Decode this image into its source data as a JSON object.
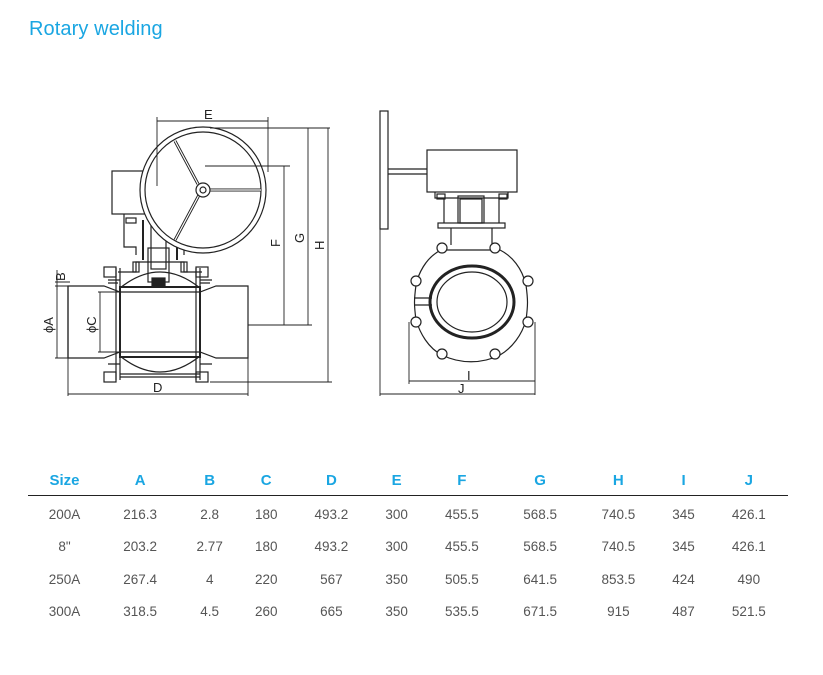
{
  "page": {
    "title": "Rotary welding"
  },
  "drawing": {
    "dimension_labels": {
      "A": "ϕA",
      "B": "B",
      "C": "ϕC",
      "D": "D",
      "E": "E",
      "F": "F",
      "G": "G",
      "H": "H",
      "I": "I",
      "J": "J"
    }
  },
  "table": {
    "headers": [
      "Size",
      "A",
      "B",
      "C",
      "D",
      "E",
      "F",
      "G",
      "H",
      "I",
      "J"
    ],
    "rows": [
      [
        "200A",
        "216.3",
        "2.8",
        "180",
        "493.2",
        "300",
        "455.5",
        "568.5",
        "740.5",
        "345",
        "426.1"
      ],
      [
        "8\"",
        "203.2",
        "2.77",
        "180",
        "493.2",
        "300",
        "455.5",
        "568.5",
        "740.5",
        "345",
        "426.1"
      ],
      [
        "250A",
        "267.4",
        "4",
        "220",
        "567",
        "350",
        "505.5",
        "641.5",
        "853.5",
        "424",
        "490"
      ],
      [
        "300A",
        "318.5",
        "4.5",
        "260",
        "665",
        "350",
        "535.5",
        "671.5",
        "915",
        "487",
        "521.5"
      ]
    ]
  }
}
